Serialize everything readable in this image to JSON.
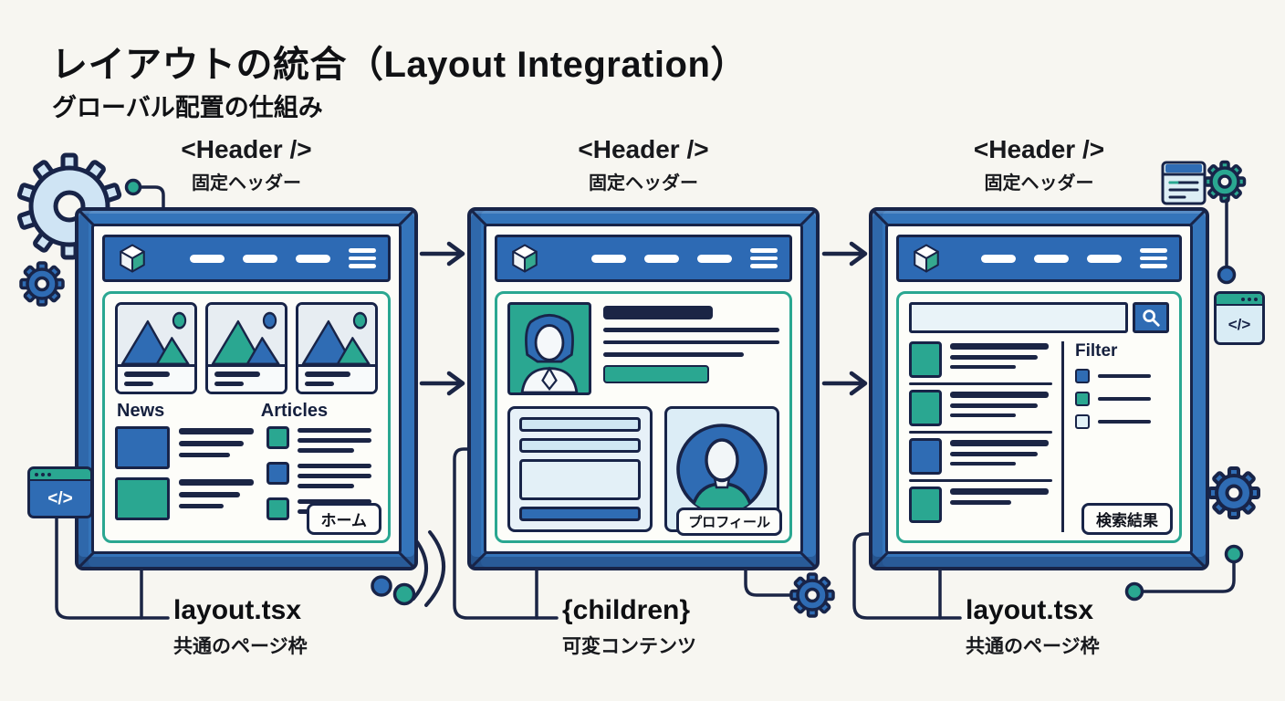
{
  "page": {
    "title": "レイアウトの統合（Layout Integration）",
    "subtitle": "グローバル配置の仕組み"
  },
  "columns": [
    {
      "header_tag": "<Header />",
      "header_caption": "固定ヘッダー",
      "footer_code": "layout.tsx",
      "footer_caption": "共通のページ枠",
      "content": {
        "news_heading": "News",
        "articles_heading": "Articles",
        "page_badge": "ホーム"
      }
    },
    {
      "header_tag": "<Header />",
      "header_caption": "固定ヘッダー",
      "footer_code": "{children}",
      "footer_caption": "可変コンテンツ",
      "content": {
        "page_badge": "プロフィール"
      }
    },
    {
      "header_tag": "<Header />",
      "header_caption": "固定ヘッダー",
      "footer_code": "layout.tsx",
      "footer_caption": "共通のページ枠",
      "content": {
        "filter_heading": "Filter",
        "page_badge": "検索結果"
      }
    }
  ],
  "icons": {
    "code_symbol": "</>"
  },
  "colors": {
    "background": "#f7f6f1",
    "frame_blue": "#3474ba",
    "header_blue": "#2d6ab4",
    "navy_outline": "#182448",
    "accent_teal": "#2aa791",
    "accent_blue": "#2f6cb4",
    "light_gear_blue": "#cfe4f4"
  }
}
